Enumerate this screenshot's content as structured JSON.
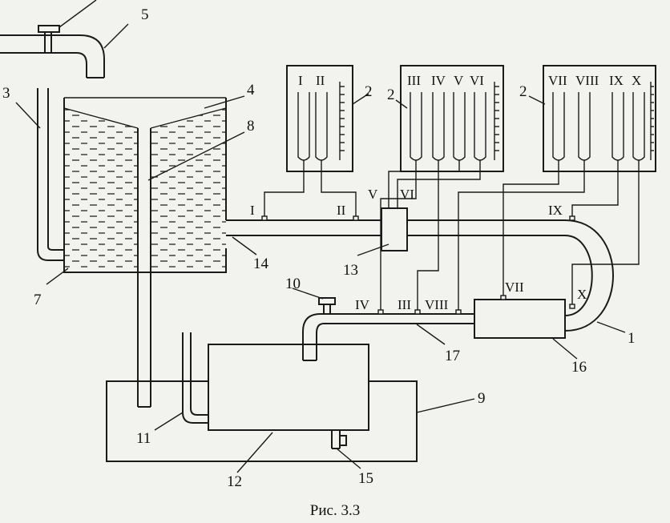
{
  "caption": "Рис. 3.3",
  "labels": {
    "n1": "1",
    "n2a": "2",
    "n2b": "2",
    "n2c": "2",
    "n3": "3",
    "n4": "4",
    "n5": "5",
    "n7": "7",
    "n8": "8",
    "n9": "9",
    "n10": "10",
    "n11": "11",
    "n12": "12",
    "n13": "13",
    "n14": "14",
    "n15": "15",
    "n16": "16",
    "n17": "17"
  },
  "piezometers": {
    "panel1": [
      "I",
      "II"
    ],
    "panel2": [
      "III",
      "IV",
      "V",
      "VI"
    ],
    "panel3": [
      "VII",
      "VIII",
      "IX",
      "X"
    ]
  },
  "taps": {
    "t1": "I",
    "t2": "II",
    "t5": "V",
    "t6": "VI",
    "t9": "IX",
    "t10": "X",
    "t4": "IV",
    "t3": "III",
    "t8": "VIII",
    "t7": "VII"
  }
}
